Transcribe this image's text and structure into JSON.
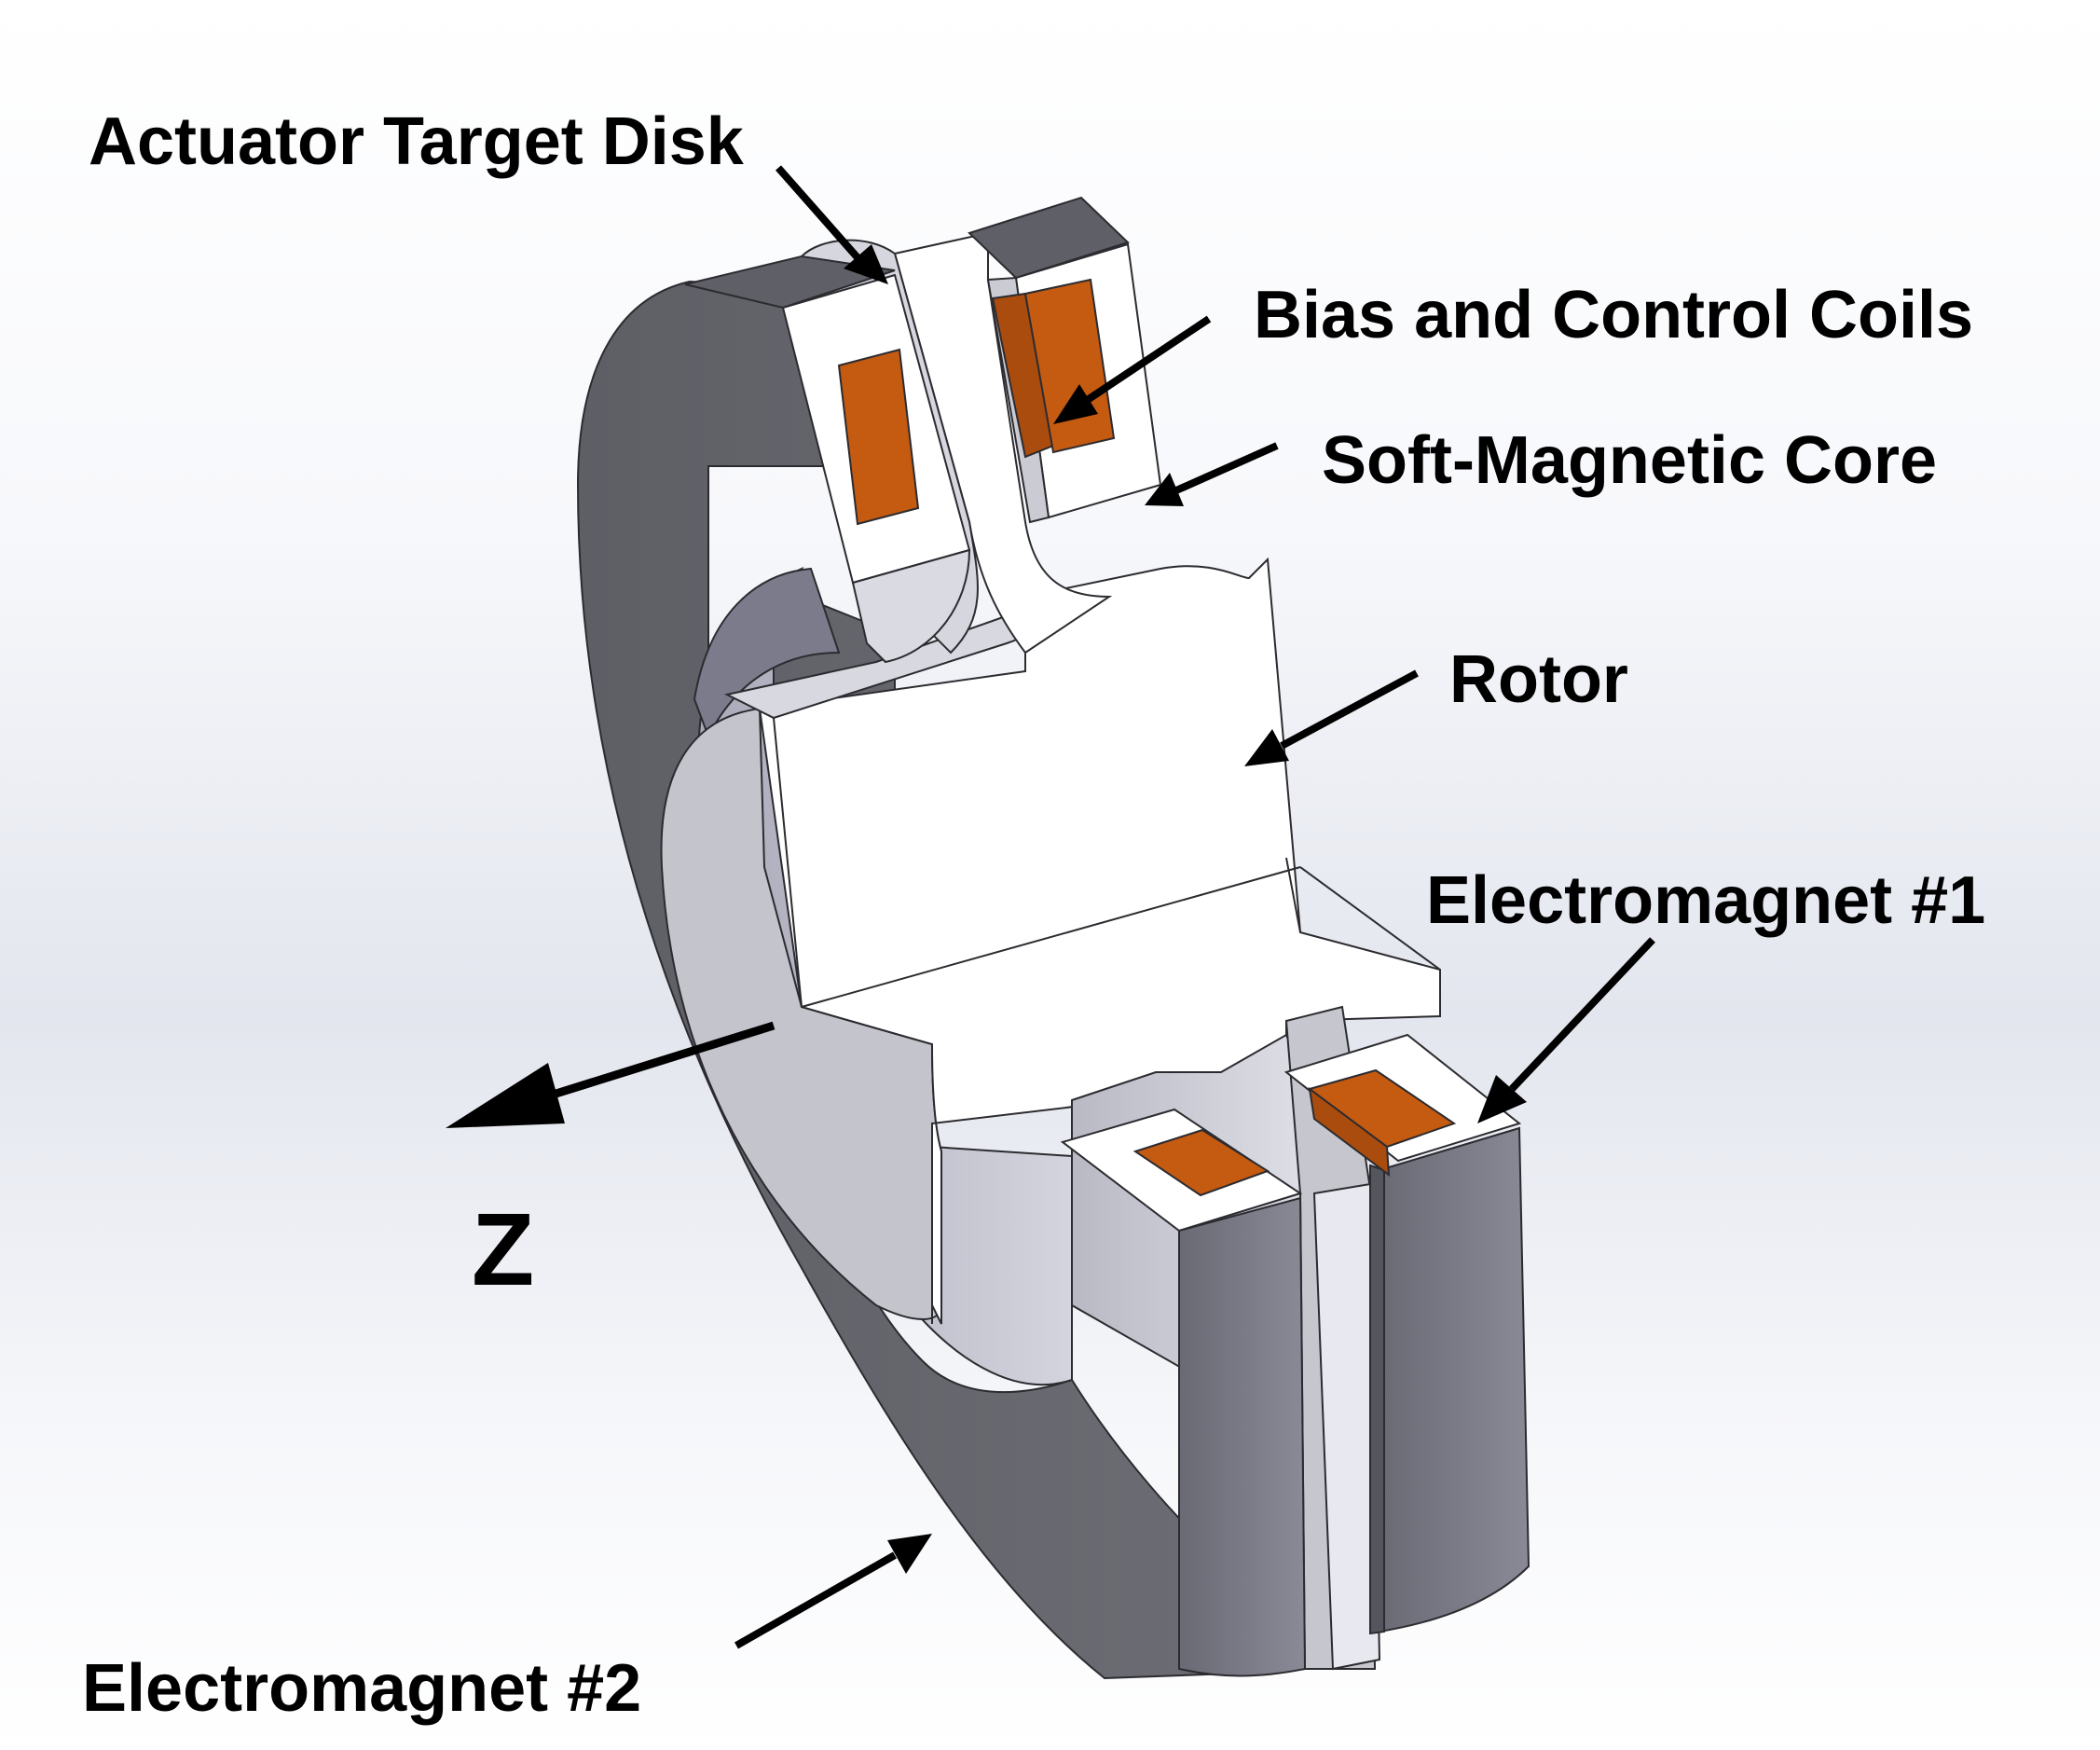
{
  "labels": {
    "actuator_target_disk": "Actuator Target Disk",
    "bias_and_control_coils": "Bias and Control Coils",
    "soft_magnetic_core": "Soft-Magnetic Core",
    "rotor": "Rotor",
    "electromagnet_1": "Electromagnet #1",
    "electromagnet_2": "Electromagnet #2",
    "axis": "Z"
  },
  "colors": {
    "core_dark": "#66666d",
    "core_face": "#7a7a86",
    "rotor_face": "#ffffff",
    "rotor_shade": "#c3c3cc",
    "coil": "#c55a11",
    "arrow": "#000000"
  }
}
